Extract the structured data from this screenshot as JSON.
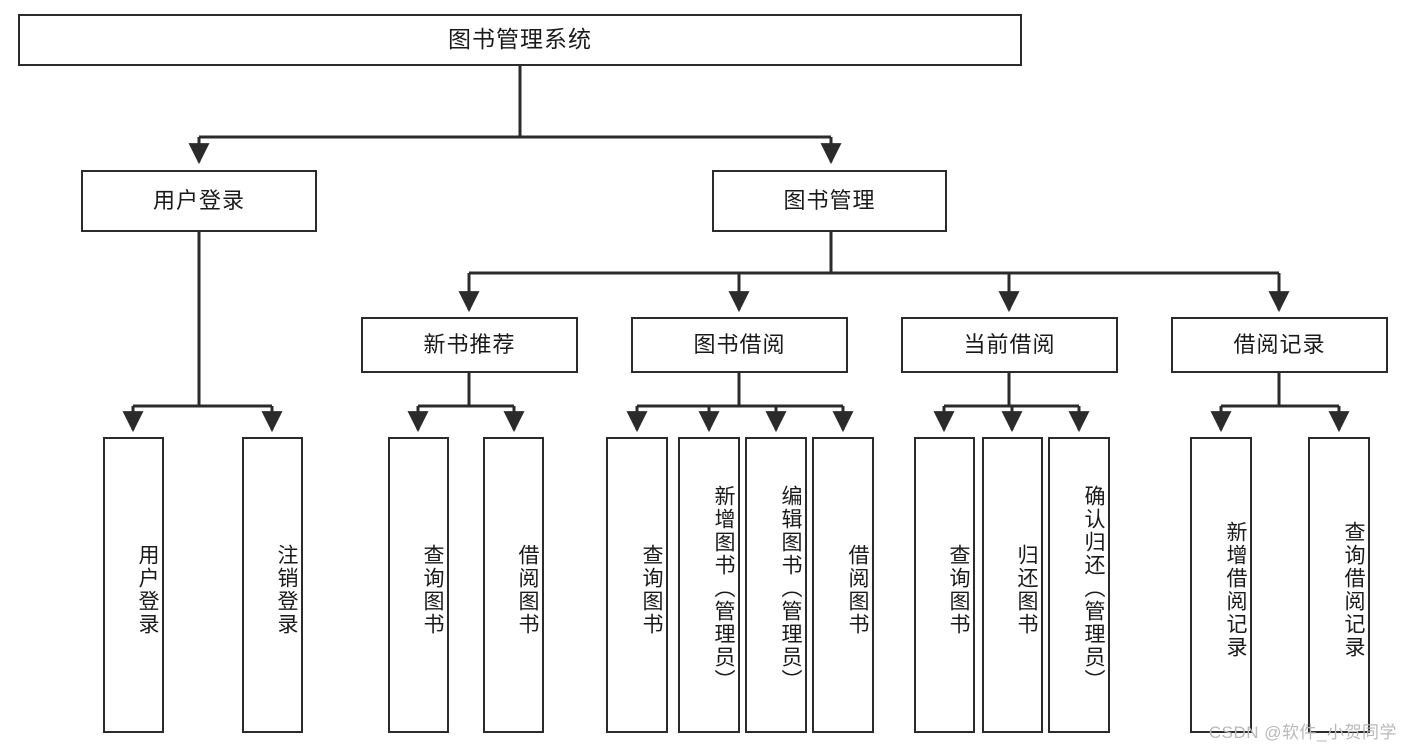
{
  "diagram": {
    "type": "tree-hierarchy",
    "title": "图书管理系统",
    "root": {
      "label": "图书管理系统"
    },
    "level2": [
      {
        "label": "用户登录"
      },
      {
        "label": "图书管理"
      }
    ],
    "level3": [
      {
        "label": "新书推荐"
      },
      {
        "label": "图书借阅"
      },
      {
        "label": "当前借阅"
      },
      {
        "label": "借阅记录"
      }
    ],
    "leaves": [
      {
        "label": "用户登录",
        "parent": "用户登录"
      },
      {
        "label": "注销登录",
        "parent": "用户登录"
      },
      {
        "label": "查询图书",
        "parent": "新书推荐"
      },
      {
        "label": "借阅图书",
        "parent": "新书推荐"
      },
      {
        "label": "查询图书",
        "parent": "图书借阅"
      },
      {
        "label": "新增图书（管理员）",
        "parent": "图书借阅"
      },
      {
        "label": "编辑图书（管理员）",
        "parent": "图书借阅"
      },
      {
        "label": "借阅图书",
        "parent": "图书借阅"
      },
      {
        "label": "查询图书",
        "parent": "当前借阅"
      },
      {
        "label": "归还图书",
        "parent": "当前借阅"
      },
      {
        "label": "确认归还（管理员）",
        "parent": "当前借阅"
      },
      {
        "label": "新增借阅记录",
        "parent": "借阅记录"
      },
      {
        "label": "查询借阅记录",
        "parent": "借阅记录"
      }
    ],
    "colors": {
      "stroke": "#2b2b2b",
      "background": "#ffffff",
      "text": "#1a1a1a",
      "watermark": "#b9b9b9"
    }
  },
  "watermark": {
    "text": "CSDN @软件_小贺同学"
  }
}
